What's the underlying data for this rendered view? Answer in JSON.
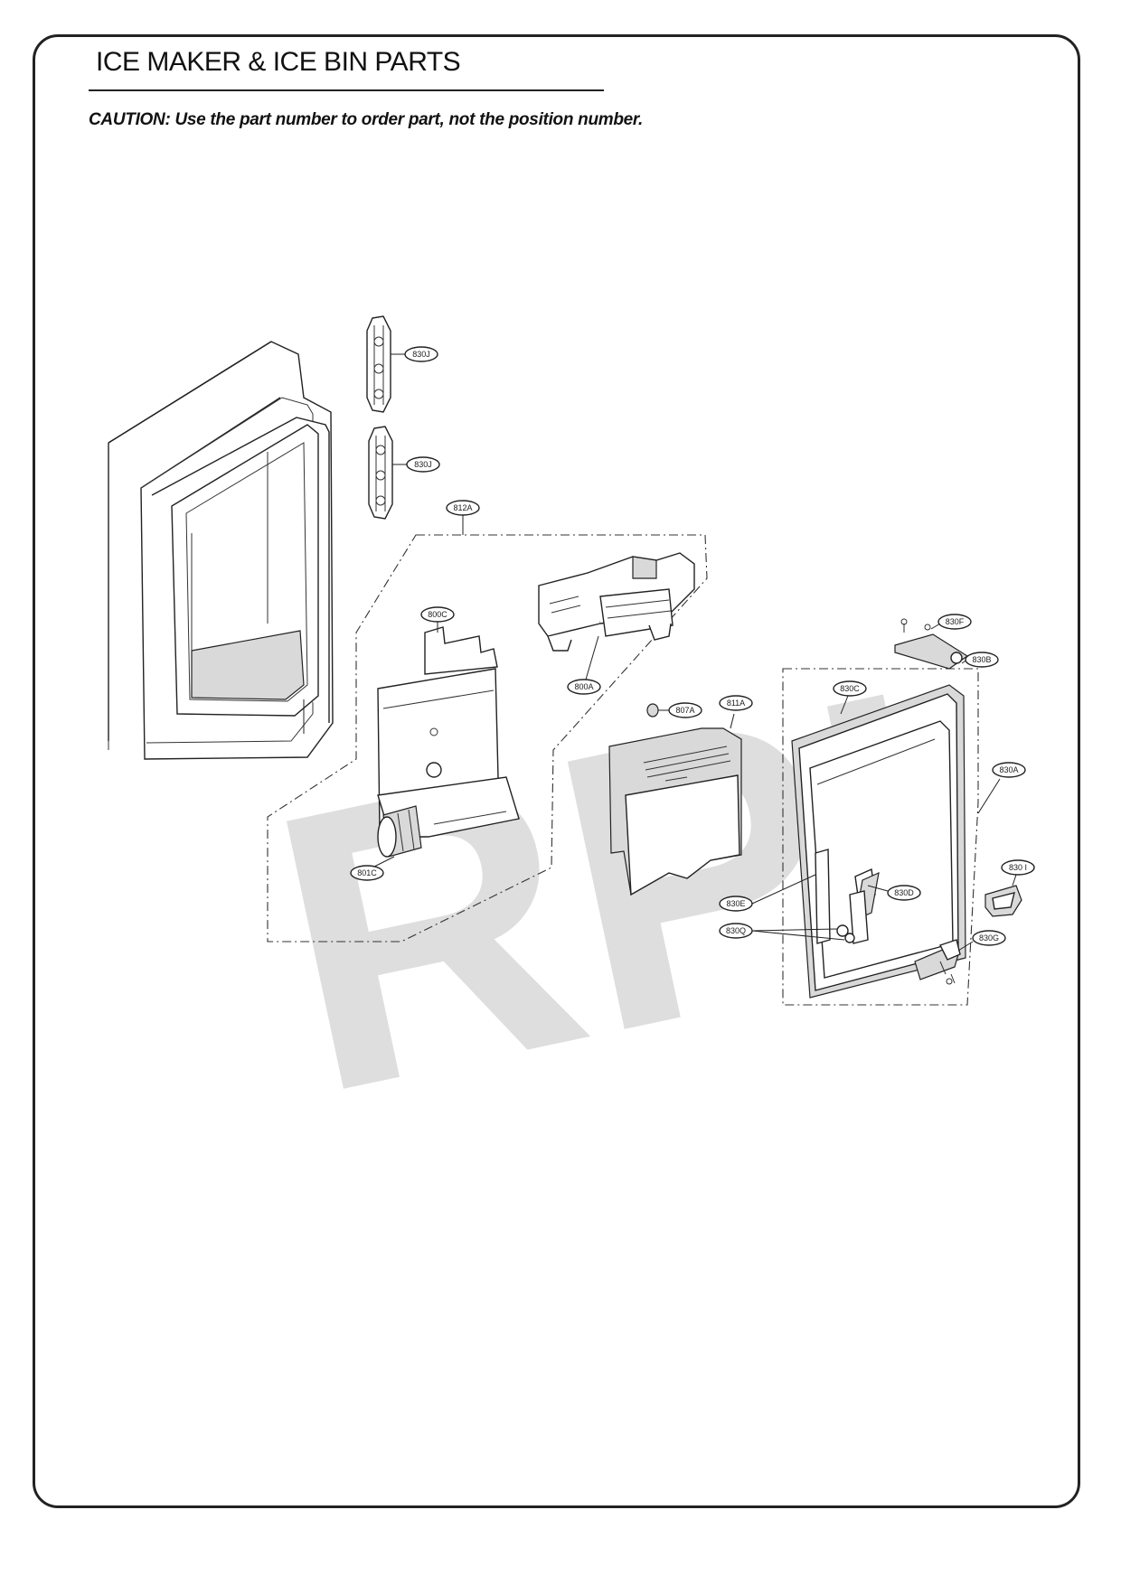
{
  "header": {
    "title": "ICE MAKER & ICE BIN PARTS",
    "caution": "CAUTION: Use the part number to order part, not the position number."
  },
  "watermark": "RPI",
  "callouts": {
    "c830J_top": "830J",
    "c830J_bottom": "830J",
    "c812A": "812A",
    "c800C": "800C",
    "c800A": "800A",
    "c807A": "807A",
    "c811A": "811A",
    "c801C": "801C",
    "c830F": "830F",
    "c830B": "830B",
    "c830C": "830C",
    "c830A": "830A",
    "c830I": "830 I",
    "c830D": "830D",
    "c830E": "830E",
    "c830Q": "830Q",
    "c830G": "830G"
  },
  "colors": {
    "line": "#222222",
    "watermark": "#dedede"
  }
}
